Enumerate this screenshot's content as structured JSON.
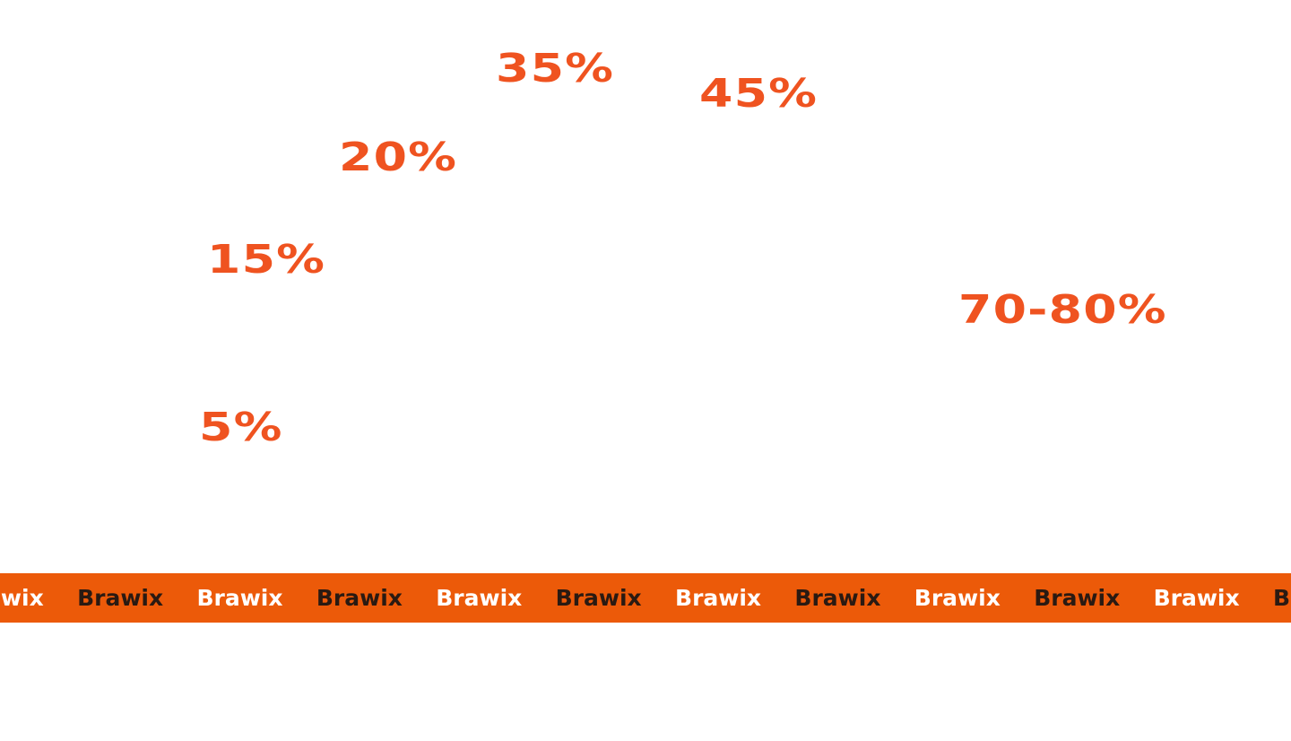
{
  "colors": {
    "background": "#ffffff",
    "accent": "#EF5320",
    "ticker_background": "#EC5A09",
    "ticker_dark_text": "#2A1A12",
    "ticker_light_text": "#ffffff"
  },
  "percentages": {
    "p35": "35%",
    "p45": "45%",
    "p20": "20%",
    "p15": "15%",
    "p7080": "70-80%",
    "p5": "5%"
  },
  "ticker": {
    "items": [
      {
        "label": "Brawix",
        "tone": "light"
      },
      {
        "label": "Brawix",
        "tone": "dark"
      },
      {
        "label": "Brawix",
        "tone": "light"
      },
      {
        "label": "Brawix",
        "tone": "dark"
      },
      {
        "label": "Brawix",
        "tone": "light"
      },
      {
        "label": "Brawix",
        "tone": "dark"
      },
      {
        "label": "Brawix",
        "tone": "light"
      },
      {
        "label": "Brawix",
        "tone": "dark"
      },
      {
        "label": "Brawix",
        "tone": "light"
      },
      {
        "label": "Brawix",
        "tone": "dark"
      },
      {
        "label": "Brawix",
        "tone": "light"
      },
      {
        "label": "Brawix",
        "tone": "dark"
      }
    ]
  }
}
